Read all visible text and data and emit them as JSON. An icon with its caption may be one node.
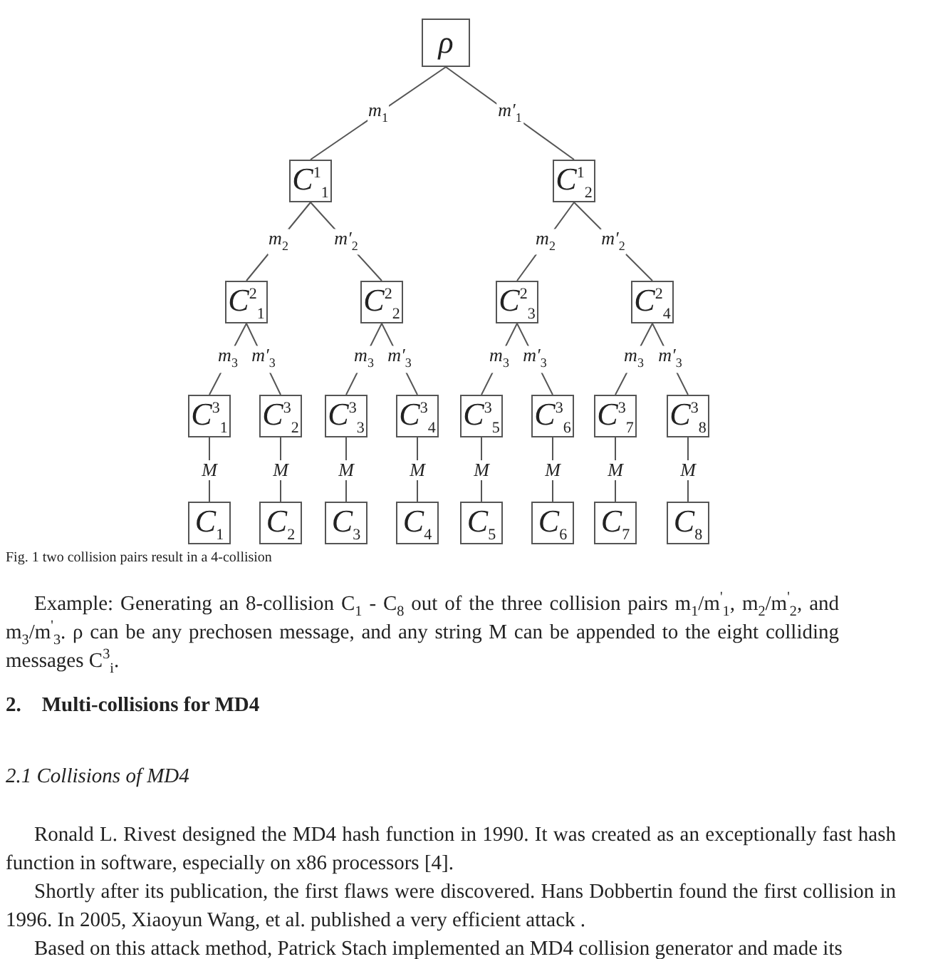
{
  "diagram": {
    "caption": "Fig. 1  two collision pairs result in a 4-collision",
    "nodes": [
      {
        "text": [
          "ρ"
        ]
      },
      {
        "text": [
          "C$^{1}$$_{1}$"
        ]
      },
      {
        "text": [
          "C$^{1}$$_{2}$"
        ]
      },
      {
        "text": [
          "C$^{2}$$_{1}$"
        ]
      },
      {
        "text": [
          "C$^{2}$$_{2}$"
        ]
      },
      {
        "text": [
          "C$^{2}$$_{3}$"
        ]
      },
      {
        "text": [
          "C$^{2}$$_{4}$"
        ]
      },
      {
        "text": [
          "C$^{3}$$_{1}$"
        ]
      },
      {
        "text": [
          "C$^{3}$$_{2}$"
        ]
      },
      {
        "text": [
          "C$^{3}$$_{3}$"
        ]
      },
      {
        "text": [
          "C$^{3}$$_{4}$"
        ]
      },
      {
        "text": [
          "C$^{3}$$_{5}$"
        ]
      },
      {
        "text": [
          "C$^{3}$$_{6}$"
        ]
      },
      {
        "text": [
          "C$^{3}$$_{7}$"
        ]
      },
      {
        "text": [
          "C$^{3}$$_{8}$"
        ]
      },
      {
        "text": [
          "C$_{1}$"
        ]
      },
      {
        "text": [
          "C$_{2}$"
        ]
      },
      {
        "text": [
          "C$_{3}$"
        ]
      },
      {
        "text": [
          "C$_{4}$"
        ]
      },
      {
        "text": [
          "C$_{5}$"
        ]
      },
      {
        "text": [
          "C$_{6}$"
        ]
      },
      {
        "text": [
          "C$_{7}$"
        ]
      },
      {
        "text": [
          "C$_{8}$"
        ]
      }
    ],
    "edges": [
      {
        "from": 0,
        "to": 1,
        "arrow": "none",
        "label": "m$_{1}$"
      },
      {
        "from": 0,
        "to": 2,
        "arrow": "none",
        "label": "m′$_{1}$"
      },
      {
        "from": 1,
        "to": 3,
        "arrow": "none",
        "label": "m$_{2}$"
      },
      {
        "from": 1,
        "to": 4,
        "arrow": "none",
        "label": "m′$_{2}$"
      },
      {
        "from": 2,
        "to": 5,
        "arrow": "none",
        "label": "m$_{2}$"
      },
      {
        "from": 2,
        "to": 6,
        "arrow": "none",
        "label": "m′$_{2}$"
      },
      {
        "from": 3,
        "to": 7,
        "arrow": "none",
        "label": "m$_{3}$"
      },
      {
        "from": 3,
        "to": 8,
        "arrow": "none",
        "label": "m′$_{3}$"
      },
      {
        "from": 4,
        "to": 9,
        "arrow": "none",
        "label": "m$_{3}$"
      },
      {
        "from": 4,
        "to": 10,
        "arrow": "none",
        "label": "m′$_{3}$"
      },
      {
        "from": 5,
        "to": 11,
        "arrow": "none",
        "label": "m$_{3}$"
      },
      {
        "from": 5,
        "to": 12,
        "arrow": "none",
        "label": "m′$_{3}$"
      },
      {
        "from": 6,
        "to": 13,
        "arrow": "none",
        "label": "m$_{3}$"
      },
      {
        "from": 6,
        "to": 14,
        "arrow": "none",
        "label": "m′$_{3}$"
      },
      {
        "from": 7,
        "to": 15,
        "arrow": "none",
        "label": "M"
      },
      {
        "from": 8,
        "to": 16,
        "arrow": "none",
        "label": "M"
      },
      {
        "from": 9,
        "to": 17,
        "arrow": "none",
        "label": "M"
      },
      {
        "from": 10,
        "to": 18,
        "arrow": "none",
        "label": "M"
      },
      {
        "from": 11,
        "to": 19,
        "arrow": "none",
        "label": "M"
      },
      {
        "from": 12,
        "to": 20,
        "arrow": "none",
        "label": "M"
      },
      {
        "from": 13,
        "to": 21,
        "arrow": "none",
        "label": "M"
      },
      {
        "from": 14,
        "to": 22,
        "arrow": "none",
        "label": "M"
      }
    ],
    "labels": [
      "Example: Generating an 8-collision C$_{1}$ - C$_{8}$ out of the three collision pairs m$_{1}$/m$^{'}$$_{1}$, m$_{2}$/m$^{'}$$_{2}$, and m$_{3}$/m$^{'}$$_{3}$.  ρ can be any prechosen message, and any string M can be appended to the eight colliding messages C$^{3}$$_{i}$.",
      "2.    Multi-collisions for MD4",
      "2.1 Collisions of MD4",
      "Ronald L. Rivest designed the MD4 hash function in 1990. It was created as an exceptionally fast hash function in software, especially on x86 processors [4].",
      "Shortly after its publication, the first flaws were discovered. Hans Dobbertin found the first collision in 1996. In 2005, Xiaoyun Wang, et al. published a very efficient attack .",
      "Based on this attack method, Patrick Stach implemented an MD4 collision generator and made its"
    ]
  }
}
